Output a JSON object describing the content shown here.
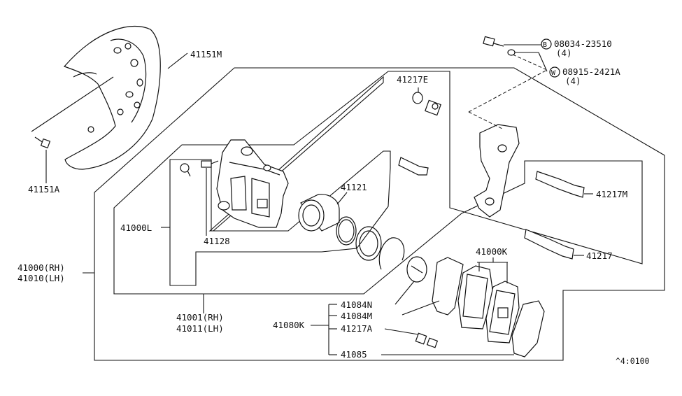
{
  "labels": {
    "p41151M": "41151M",
    "p41151A": "41151A",
    "p41217E": "41217E",
    "p41121": "41121",
    "p41000L": "41000L",
    "p41128": "41128",
    "p41000RH": "41000(RH)",
    "p41010LH": "41010(LH)",
    "p41001RH": "41001(RH)",
    "p41011LH": "41011(LH)",
    "p41080K": "41080K",
    "p41084N": "41084N",
    "p41084M": "41084M",
    "p41217A": "41217A",
    "p41085": "41085",
    "p41000K": "41000K",
    "p41217M": "41217M",
    "p41217": "41217",
    "bolt_letter": "B",
    "bolt_num": "08034-23510",
    "bolt_qty": "(4)",
    "washer_letter": "W",
    "washer_num": "08915-2421A",
    "washer_qty": "(4)",
    "ref": "^4:0100"
  }
}
